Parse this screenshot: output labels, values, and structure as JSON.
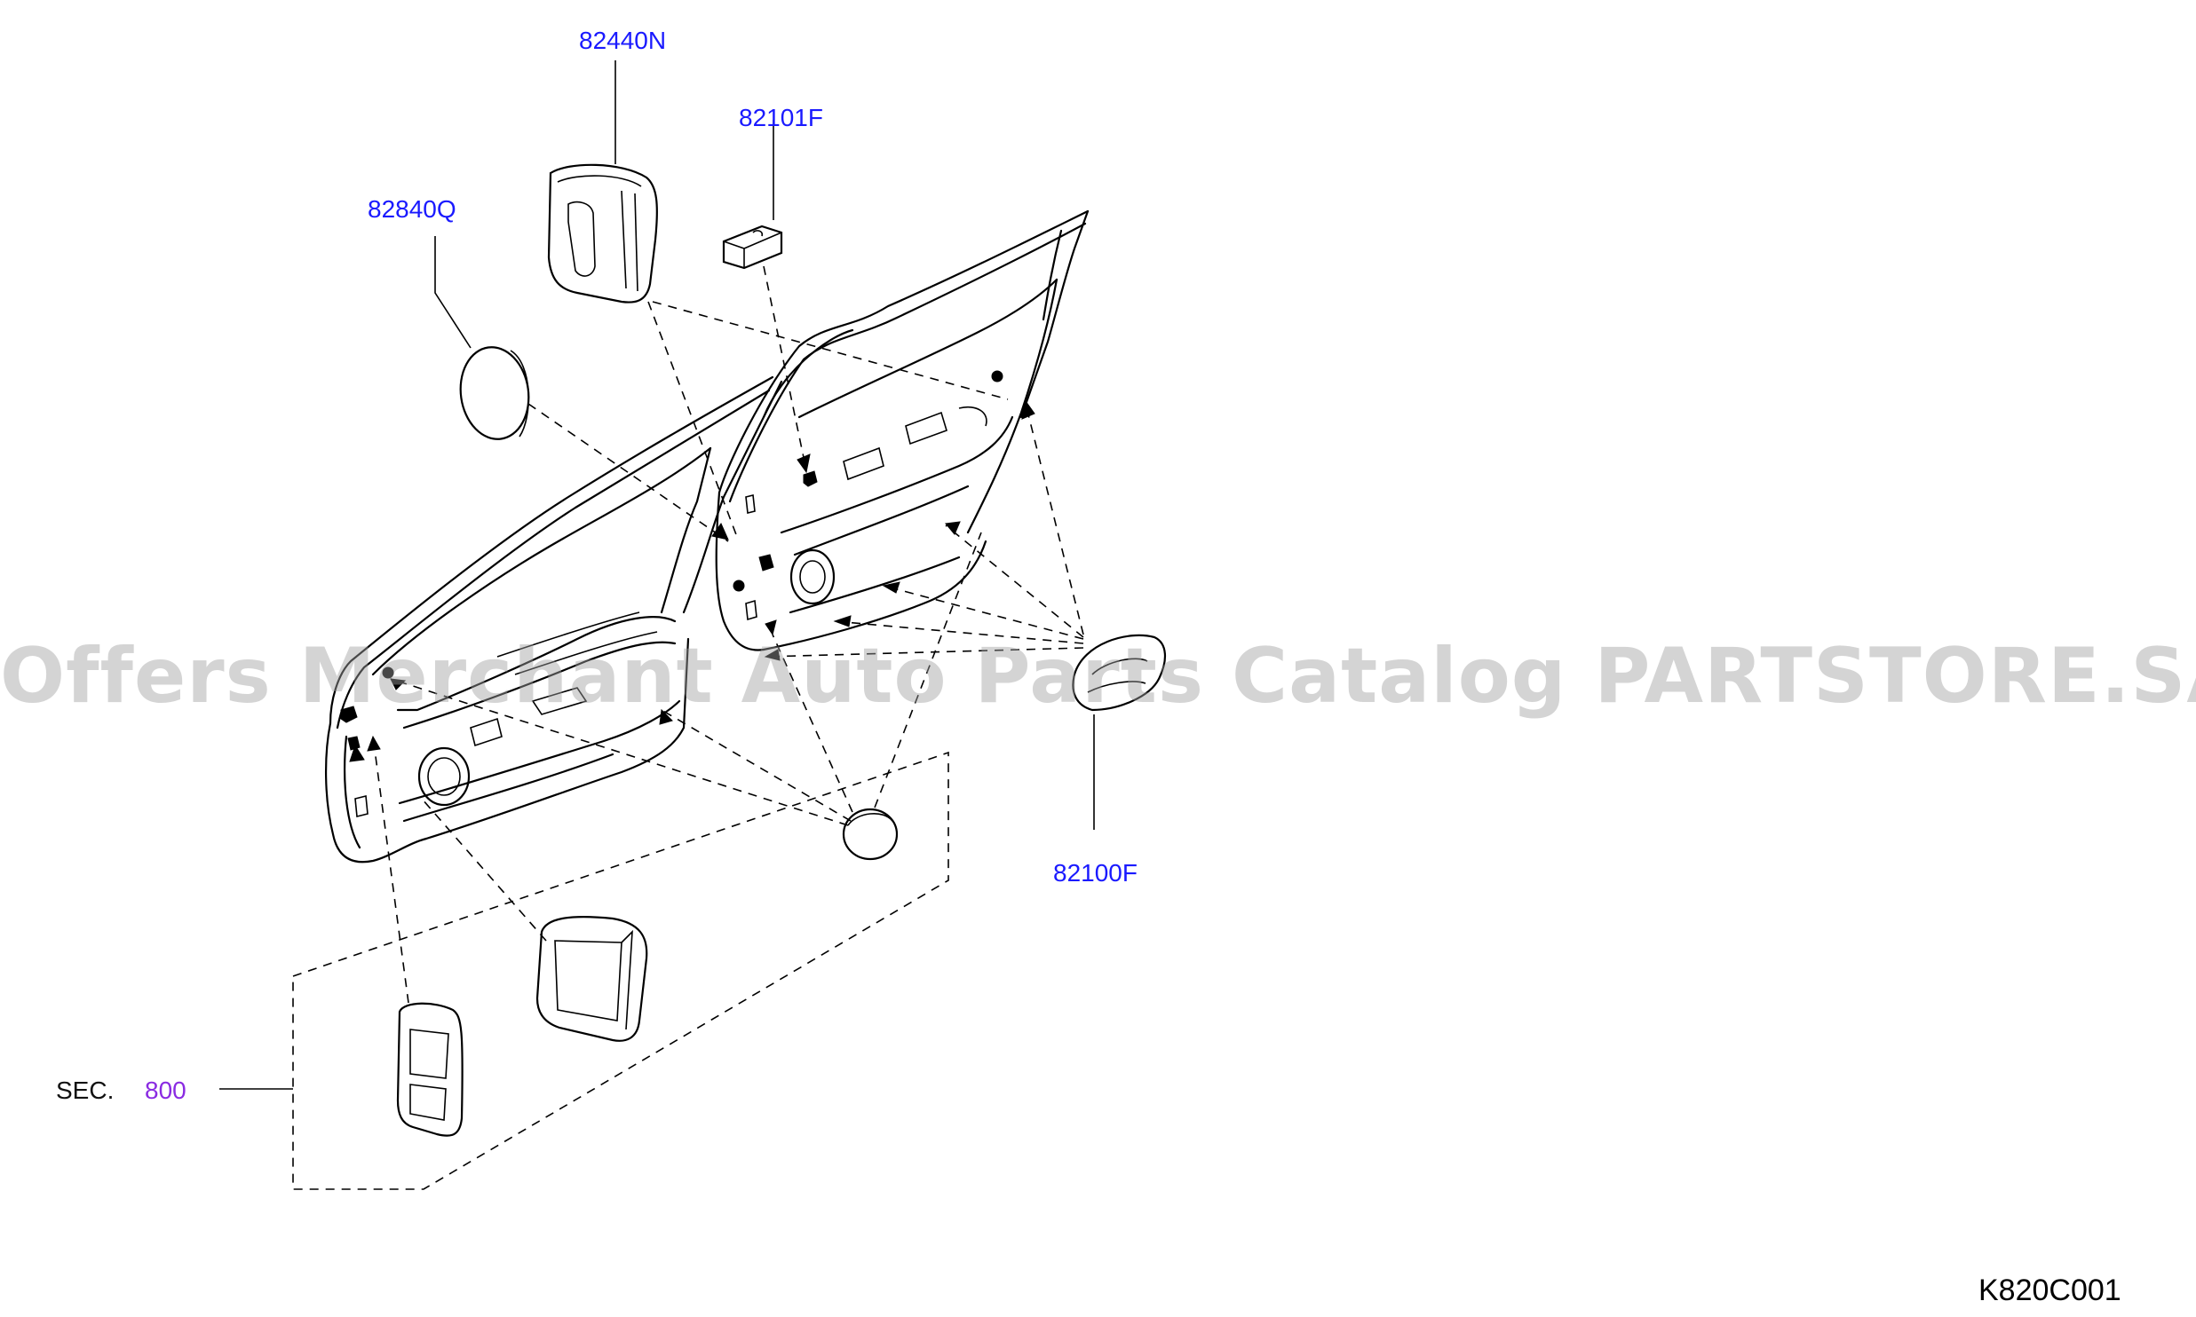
{
  "parts": [
    {
      "id": "82440N",
      "label": "82440N"
    },
    {
      "id": "82101F",
      "label": "82101F"
    },
    {
      "id": "82840Q",
      "label": "82840Q"
    },
    {
      "id": "82100F",
      "label": "82100F"
    }
  ],
  "section_ref": {
    "prefix": "SEC.",
    "number": "800"
  },
  "diagram_code": "K820C001",
  "watermark": "Offers Merchant Auto Parts Catalog PARTSTORE.SA",
  "colors": {
    "part_label": "#1a1aff",
    "section_number": "#8a2be2",
    "line": "#000000",
    "watermark": "#a0a0a0"
  }
}
